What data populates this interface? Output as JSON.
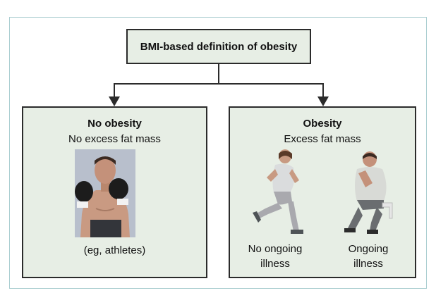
{
  "title": "BMI-based definition of obesity",
  "left": {
    "heading": "No obesity",
    "subheading": "No excess fat mass",
    "caption": "(eg, athletes)",
    "icon": "boxer-illustration"
  },
  "right": {
    "heading": "Obesity",
    "subheading": "Excess fat mass",
    "examples": [
      {
        "line1": "No ongoing",
        "line2": "illness",
        "icon": "runner-illustration"
      },
      {
        "line1": "Ongoing",
        "line2": "illness",
        "icon": "seated-man-illustration"
      }
    ]
  },
  "colors": {
    "box_fill": "#e7eee5",
    "border": "#2b2b2b",
    "frame": "#a9cdd0"
  }
}
